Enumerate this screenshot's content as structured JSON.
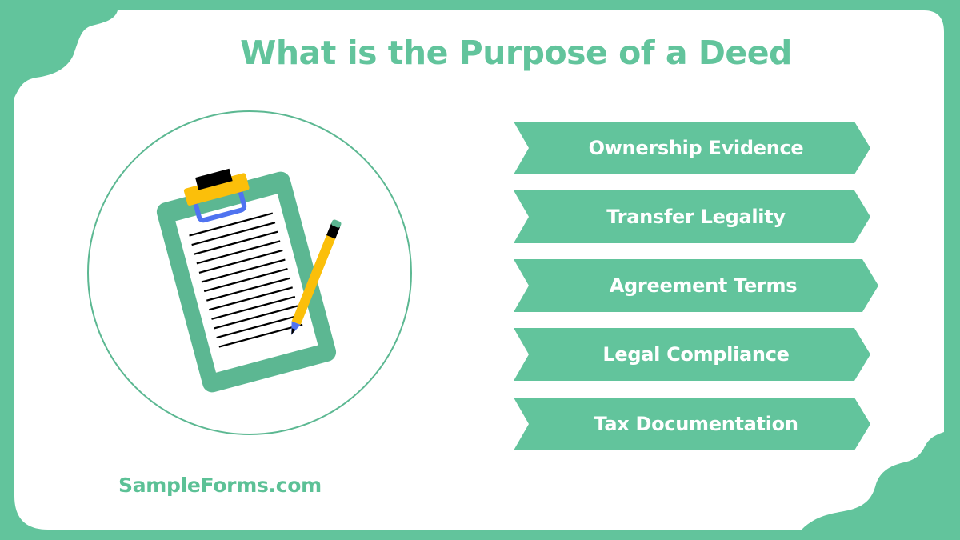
{
  "colors": {
    "accent": "#62c49c",
    "background_card": "#ffffff",
    "clipboard_board": "#5cb792",
    "clip_yellow": "#fbbf0a",
    "clip_blue": "#4f73f0",
    "pencil_yellow": "#fbbf0a",
    "ink": "#000000"
  },
  "header": {
    "title": "What is the Purpose of a Deed"
  },
  "illustration": {
    "icon": "clipboard-with-pencil-icon",
    "frame": "circle-outline"
  },
  "purposes": {
    "items": [
      {
        "label": "Ownership Evidence"
      },
      {
        "label": "Transfer Legality"
      },
      {
        "label": "Agreement Terms"
      },
      {
        "label": "Legal Compliance"
      },
      {
        "label": "Tax Documentation"
      }
    ]
  },
  "footer": {
    "brand": "SampleForms.com"
  }
}
